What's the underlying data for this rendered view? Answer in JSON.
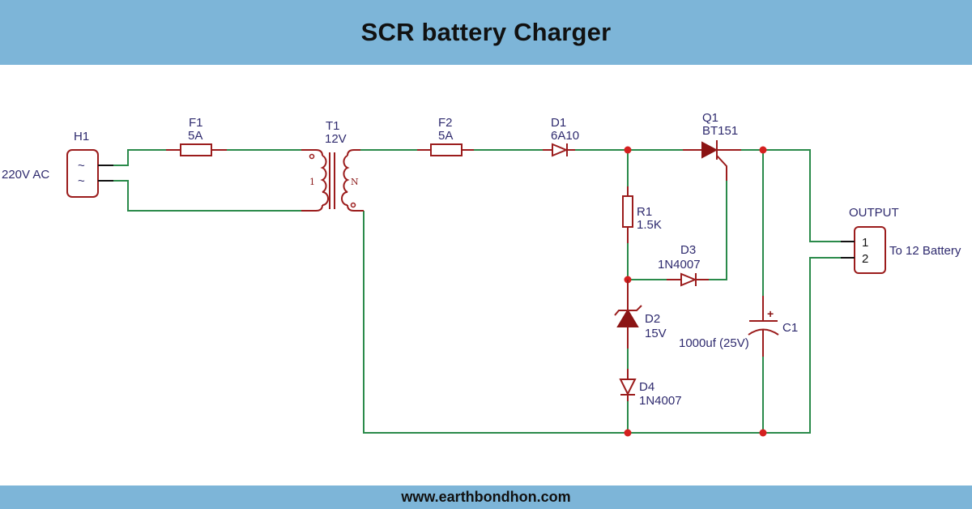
{
  "header": {
    "title": "SCR battery Charger"
  },
  "footer": {
    "website": "www.earthbondhon.com"
  },
  "colors": {
    "banner": "#7db5d8",
    "wire": "#2a8a4a",
    "component": "#9b1c1c",
    "label": "#2e2a6e",
    "junction": "#d42020"
  },
  "components": {
    "h1": {
      "ref": "H1",
      "input_label": "220V AC",
      "pin_symbol": "~"
    },
    "f1": {
      "ref": "F1",
      "value": "5A"
    },
    "t1": {
      "ref": "T1",
      "value": "12V",
      "primary_mark": "1",
      "secondary_mark": "N"
    },
    "f2": {
      "ref": "F2",
      "value": "5A"
    },
    "d1": {
      "ref": "D1",
      "value": "6A10"
    },
    "q1": {
      "ref": "Q1",
      "value": "BT151"
    },
    "r1": {
      "ref": "R1",
      "value": "1.5K"
    },
    "d3": {
      "ref": "D3",
      "value": "1N4007"
    },
    "d2": {
      "ref": "D2",
      "value": "15V"
    },
    "d4": {
      "ref": "D4",
      "value": "1N4007"
    },
    "c1": {
      "ref": "C1",
      "value": "1000uf (25V)",
      "polarity": "+"
    },
    "output": {
      "ref": "OUTPUT",
      "pin1": "1",
      "pin2": "2",
      "note": "To 12 Battery"
    }
  }
}
